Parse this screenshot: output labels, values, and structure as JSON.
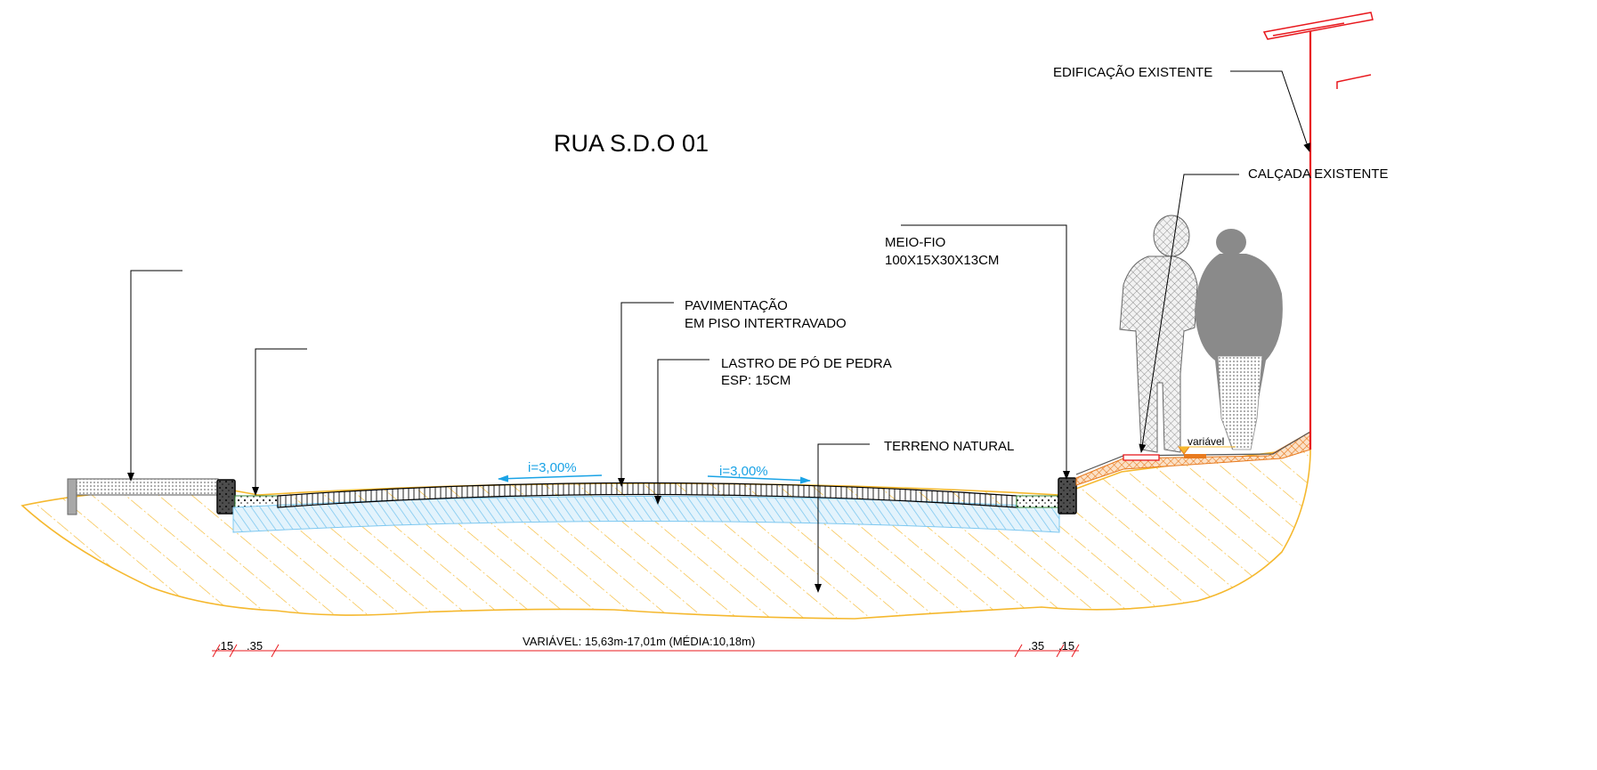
{
  "title": "RUA S.D.O 01",
  "labels": {
    "edificacao": "EDIFICAÇÃO EXISTENTE",
    "calcada": "CALÇADA  EXISTENTE",
    "meio_fio_1": "MEIO-FIO",
    "meio_fio_2": "100X15X30X13CM",
    "pavimentacao_1": "PAVIMENTAÇÃO",
    "pavimentacao_2": "EM PISO INTERTRAVADO",
    "lastro_1": "LASTRO DE PÓ DE PEDRA",
    "lastro_2": "ESP: 15CM",
    "terreno": "TERRENO NATURAL",
    "slope_left": "i=3,00%",
    "slope_right": "i=3,00%",
    "variavel_small": "variável"
  },
  "dimensions": {
    "main": "VARIÁVEL: 15,63m-17,01m (MÉDIA:10,18m)",
    "left_15": ".15",
    "left_35": ".35",
    "right_35": ".35",
    "right_15": ".15"
  },
  "colors": {
    "soil": "#f5b82e",
    "base": "#7ec8f0",
    "slope": "#1aa3e6",
    "building": "#e8191e",
    "sidewalk_orange": "#e87a1e",
    "curb": "#111111",
    "person": "#8a8a8a"
  }
}
